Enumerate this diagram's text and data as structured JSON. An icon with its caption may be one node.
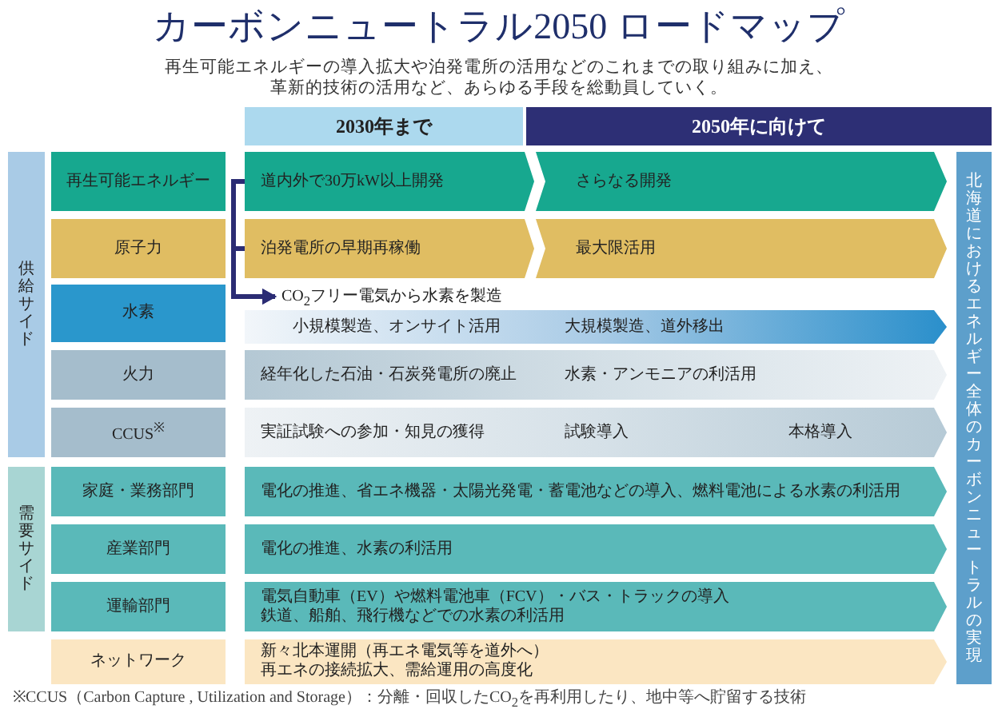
{
  "diagram": {
    "title": "カーボンニュートラル2050 ロードマップ",
    "nodes": [
      {
        "text": [
          "2030年まで"
        ]
      },
      {
        "text": [
          "2050年に向けて"
        ]
      },
      {
        "text": [
          "供給サイド"
        ]
      },
      {
        "text": [
          "再生可能エネルギー"
        ]
      },
      {
        "text": [
          "道内外で30万kW以上開発"
        ]
      },
      {
        "text": [
          "さらなる開発"
        ]
      },
      {
        "text": [
          "原子力"
        ]
      },
      {
        "text": [
          "泊発電所の早期再稼働"
        ]
      },
      {
        "text": [
          "最大限活用"
        ]
      },
      {
        "text": [
          "水素"
        ]
      },
      {
        "text": [
          "CO$_{2}$フリー電気から水素を製造"
        ]
      },
      {
        "text": [
          "小規模製造、オンサイト活用",
          "大規模製造、道外移出"
        ]
      },
      {
        "text": [
          "火力"
        ]
      },
      {
        "text": [
          "経年化した石油・石炭発電所の廃止",
          "水素・アンモニアの利活用"
        ]
      },
      {
        "text": [
          "CCUS$^{※}$"
        ]
      },
      {
        "text": [
          "実証試験への参加・知見の獲得",
          "試験導入",
          "本格導入"
        ]
      },
      {
        "text": [
          "需要サイド"
        ]
      },
      {
        "text": [
          "家庭・業務部門"
        ]
      },
      {
        "text": [
          "電化の推進、省エネ機器・太陽光発電・蓄電池などの導入、燃料電池による水素の利活用"
        ]
      },
      {
        "text": [
          "産業部門"
        ]
      },
      {
        "text": [
          "電化の推進、水素の利活用"
        ]
      },
      {
        "text": [
          "運輸部門"
        ]
      },
      {
        "text": [
          "電気自動車（EV）や燃料電池車（FCV）・バス・トラックの導入",
          "鉄道、船舶、飛行機などでの水素の利活用"
        ]
      },
      {
        "text": [
          "ネットワーク"
        ]
      },
      {
        "text": [
          "新々北本運開（再エネ電気等を道外へ）",
          "再エネの接続拡大、需給運用の高度化"
        ]
      },
      {
        "text": [
          "北海道におけるエネルギー全体のカーボンニュートラルの実現"
        ]
      }
    ],
    "edges": [
      {
        "from": 4,
        "to": 10,
        "arrow": "to"
      },
      {
        "from": 7,
        "to": 10,
        "arrow": "to"
      }
    ],
    "labels": [
      "再生可能エネルギーの導入拡大や泊発電所の活用などのこれまでの取り組みに加え、革新的技術の活用など、あらゆる手段を総動員していく。",
      "※CCUS（Carbon Capture , Utilization and Storage）：分離・回収したCO$_{2}$を再利用したり、地中等へ貯留する技術"
    ]
  }
}
